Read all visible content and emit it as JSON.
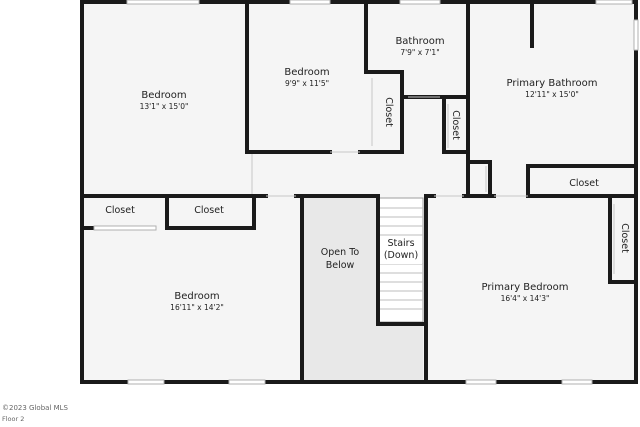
{
  "rooms": {
    "bedroom_nw": {
      "name": "Bedroom",
      "dims": "13'1\" x 15'0\""
    },
    "bedroom_n": {
      "name": "Bedroom",
      "dims": "9'9\" x 11'5\""
    },
    "bathroom": {
      "name": "Bathroom",
      "dims": "7'9\" x 7'1\""
    },
    "primary_bathroom": {
      "name": "Primary Bathroom",
      "dims": "12'11\" x 15'0\""
    },
    "bedroom_sw": {
      "name": "Bedroom",
      "dims": "16'11\" x 14'2\""
    },
    "primary_bedroom": {
      "name": "Primary Bedroom",
      "dims": "16'4\" x 14'3\""
    }
  },
  "labels": {
    "closet": "Closet",
    "open_to_below_1": "Open To",
    "open_to_below_2": "Below",
    "stairs_1": "Stairs",
    "stairs_2": "(Down)"
  },
  "footer": {
    "watermark": "©2023 Global MLS",
    "floor": "Floor 2"
  },
  "colors": {
    "wall": "#1a1a1a",
    "floor": "#f5f5f5",
    "open_area": "#e8e8e8",
    "window": "#ffffff"
  }
}
